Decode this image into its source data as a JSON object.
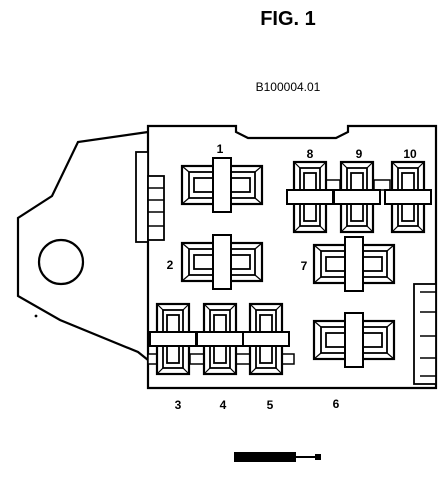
{
  "figure": {
    "title": "FIG. 1",
    "code": "B100004.01"
  },
  "fuses": [
    {
      "label": "1"
    },
    {
      "label": "2"
    },
    {
      "label": "3"
    },
    {
      "label": "4"
    },
    {
      "label": "5"
    },
    {
      "label": "6"
    },
    {
      "label": "7"
    },
    {
      "label": "8"
    },
    {
      "label": "9"
    },
    {
      "label": "10"
    }
  ],
  "colors": {
    "ink": "#000000",
    "paper": "#ffffff"
  }
}
